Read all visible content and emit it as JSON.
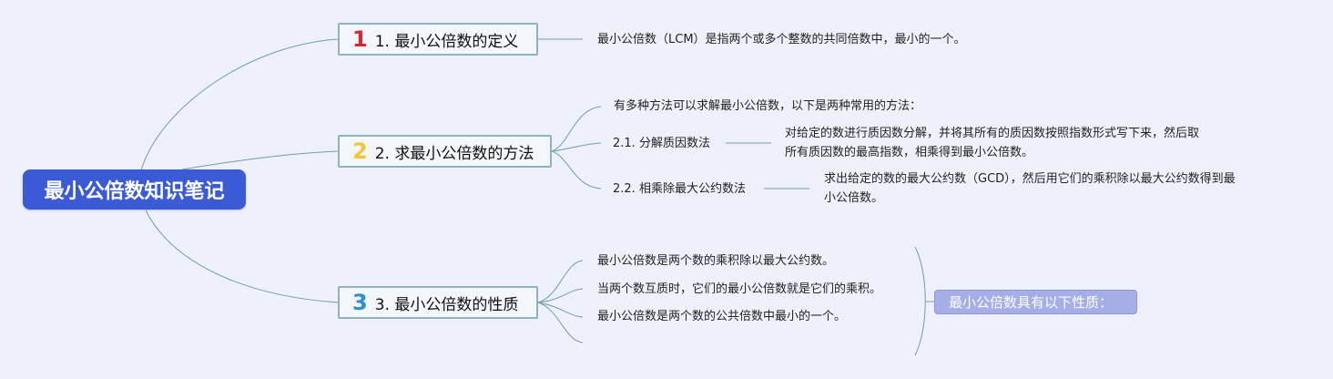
{
  "root": {
    "label": "最小公倍数知识笔记"
  },
  "branches": [
    {
      "number": "1",
      "label": "1. 最小公倍数的定义"
    },
    {
      "number": "2",
      "label": "2. 求最小公倍数的方法"
    },
    {
      "number": "3",
      "label": "3. 最小公倍数的性质"
    }
  ],
  "definition": "最小公倍数（LCM）是指两个或多个整数的共同倍数中，最小的一个。",
  "methods": {
    "intro": "有多种方法可以求解最小公倍数，以下是两种常用的方法：",
    "m1": {
      "label": "2.1. 分解质因数法",
      "desc_line1": "对给定的数进行质因数分解，并将其所有的质因数按照指数形式写下来，然后取",
      "desc_line2": "所有质因数的最高指数，相乘得到最小公倍数。"
    },
    "m2": {
      "label": "2.2. 相乘除最大公约数法",
      "desc_line1": "求出给定的数的最大公约数（GCD），然后用它们的乘积除以最大公约数得到最",
      "desc_line2": "小公倍数。"
    }
  },
  "properties": {
    "items": [
      "最小公倍数是两个数的乘积除以最大公约数。",
      "当两个数互质时，它们的最小公倍数就是它们的乘积。",
      "最小公倍数是两个数的公共倍数中最小的一个。"
    ],
    "summary": "最小公倍数具有以下性质："
  },
  "colors": {
    "root": "#3b5bd6",
    "line": "#6f9ea6",
    "num1": "#d22a3a",
    "num2": "#f2c733",
    "num3": "#2f8fd0",
    "summary": "#a5aee6"
  }
}
